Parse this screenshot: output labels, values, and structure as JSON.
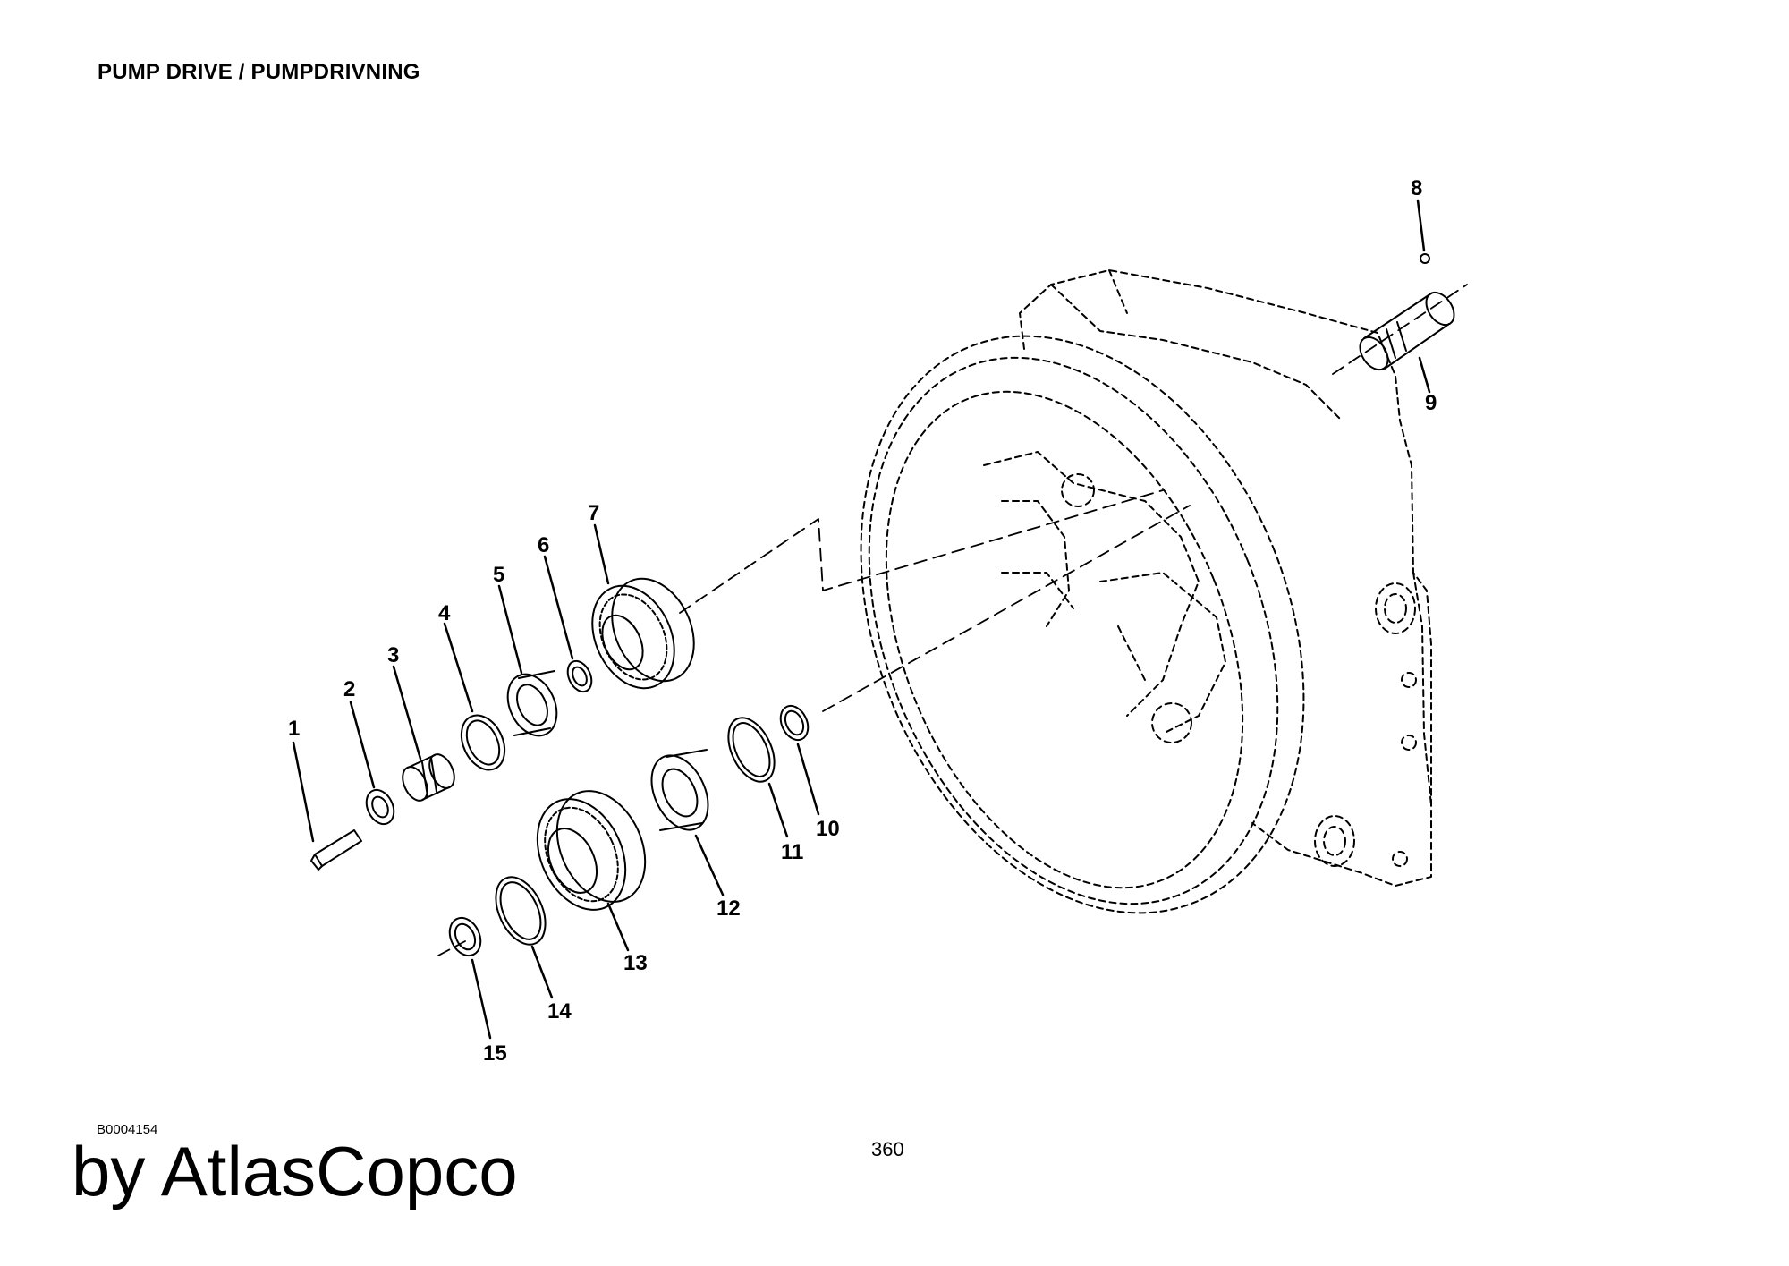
{
  "header": {
    "title": "PUMP DRIVE / PUMPDRIVNING"
  },
  "footer": {
    "drawing_code": "B0004154",
    "page_number": "360",
    "brand": "by AtlasCopco"
  },
  "callouts": [
    "1",
    "2",
    "3",
    "4",
    "5",
    "6",
    "7",
    "8",
    "9",
    "10",
    "11",
    "12",
    "13",
    "14",
    "15"
  ]
}
